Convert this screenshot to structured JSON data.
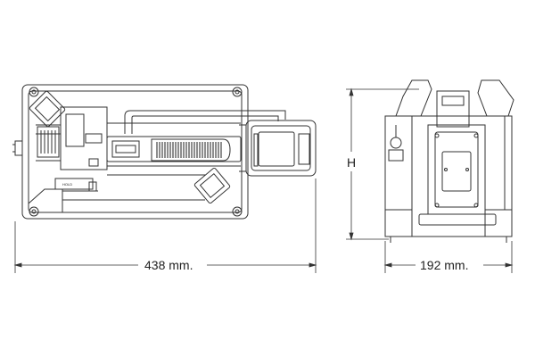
{
  "dimensions": {
    "width_label": "438 mm.",
    "depth_label": "192 mm.",
    "height_label": "H"
  },
  "top_view": {
    "hold_label": "HOLD"
  },
  "colors": {
    "line": "#333333",
    "handle": "#555555",
    "background": "#ffffff"
  }
}
